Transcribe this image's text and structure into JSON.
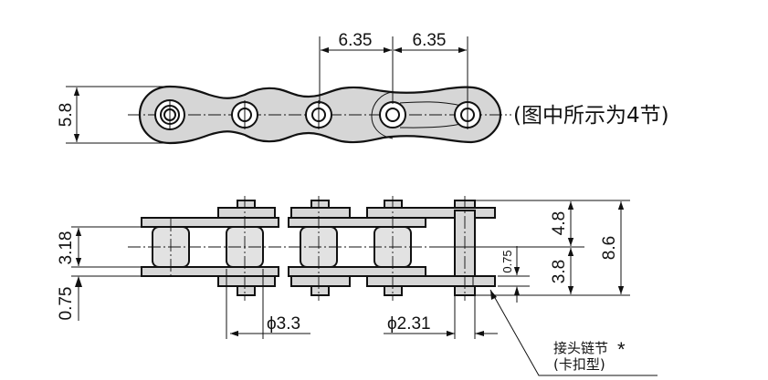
{
  "top_view": {
    "pitch_left": "6.35",
    "pitch_right": "6.35",
    "height": "5.8",
    "caption": "(图中所示为4节)"
  },
  "side_view": {
    "plate_thickness": "0.75",
    "inner_width": "3.18",
    "roller_dia": "ϕ3.3",
    "pin_dia": "ϕ2.31",
    "clip_offset": "0.75",
    "upper_half": "4.8",
    "lower_half": "3.8",
    "total_width": "8.6"
  },
  "callout": {
    "line1": "接头链节",
    "star": "*",
    "line2": "(卡扣型)"
  }
}
